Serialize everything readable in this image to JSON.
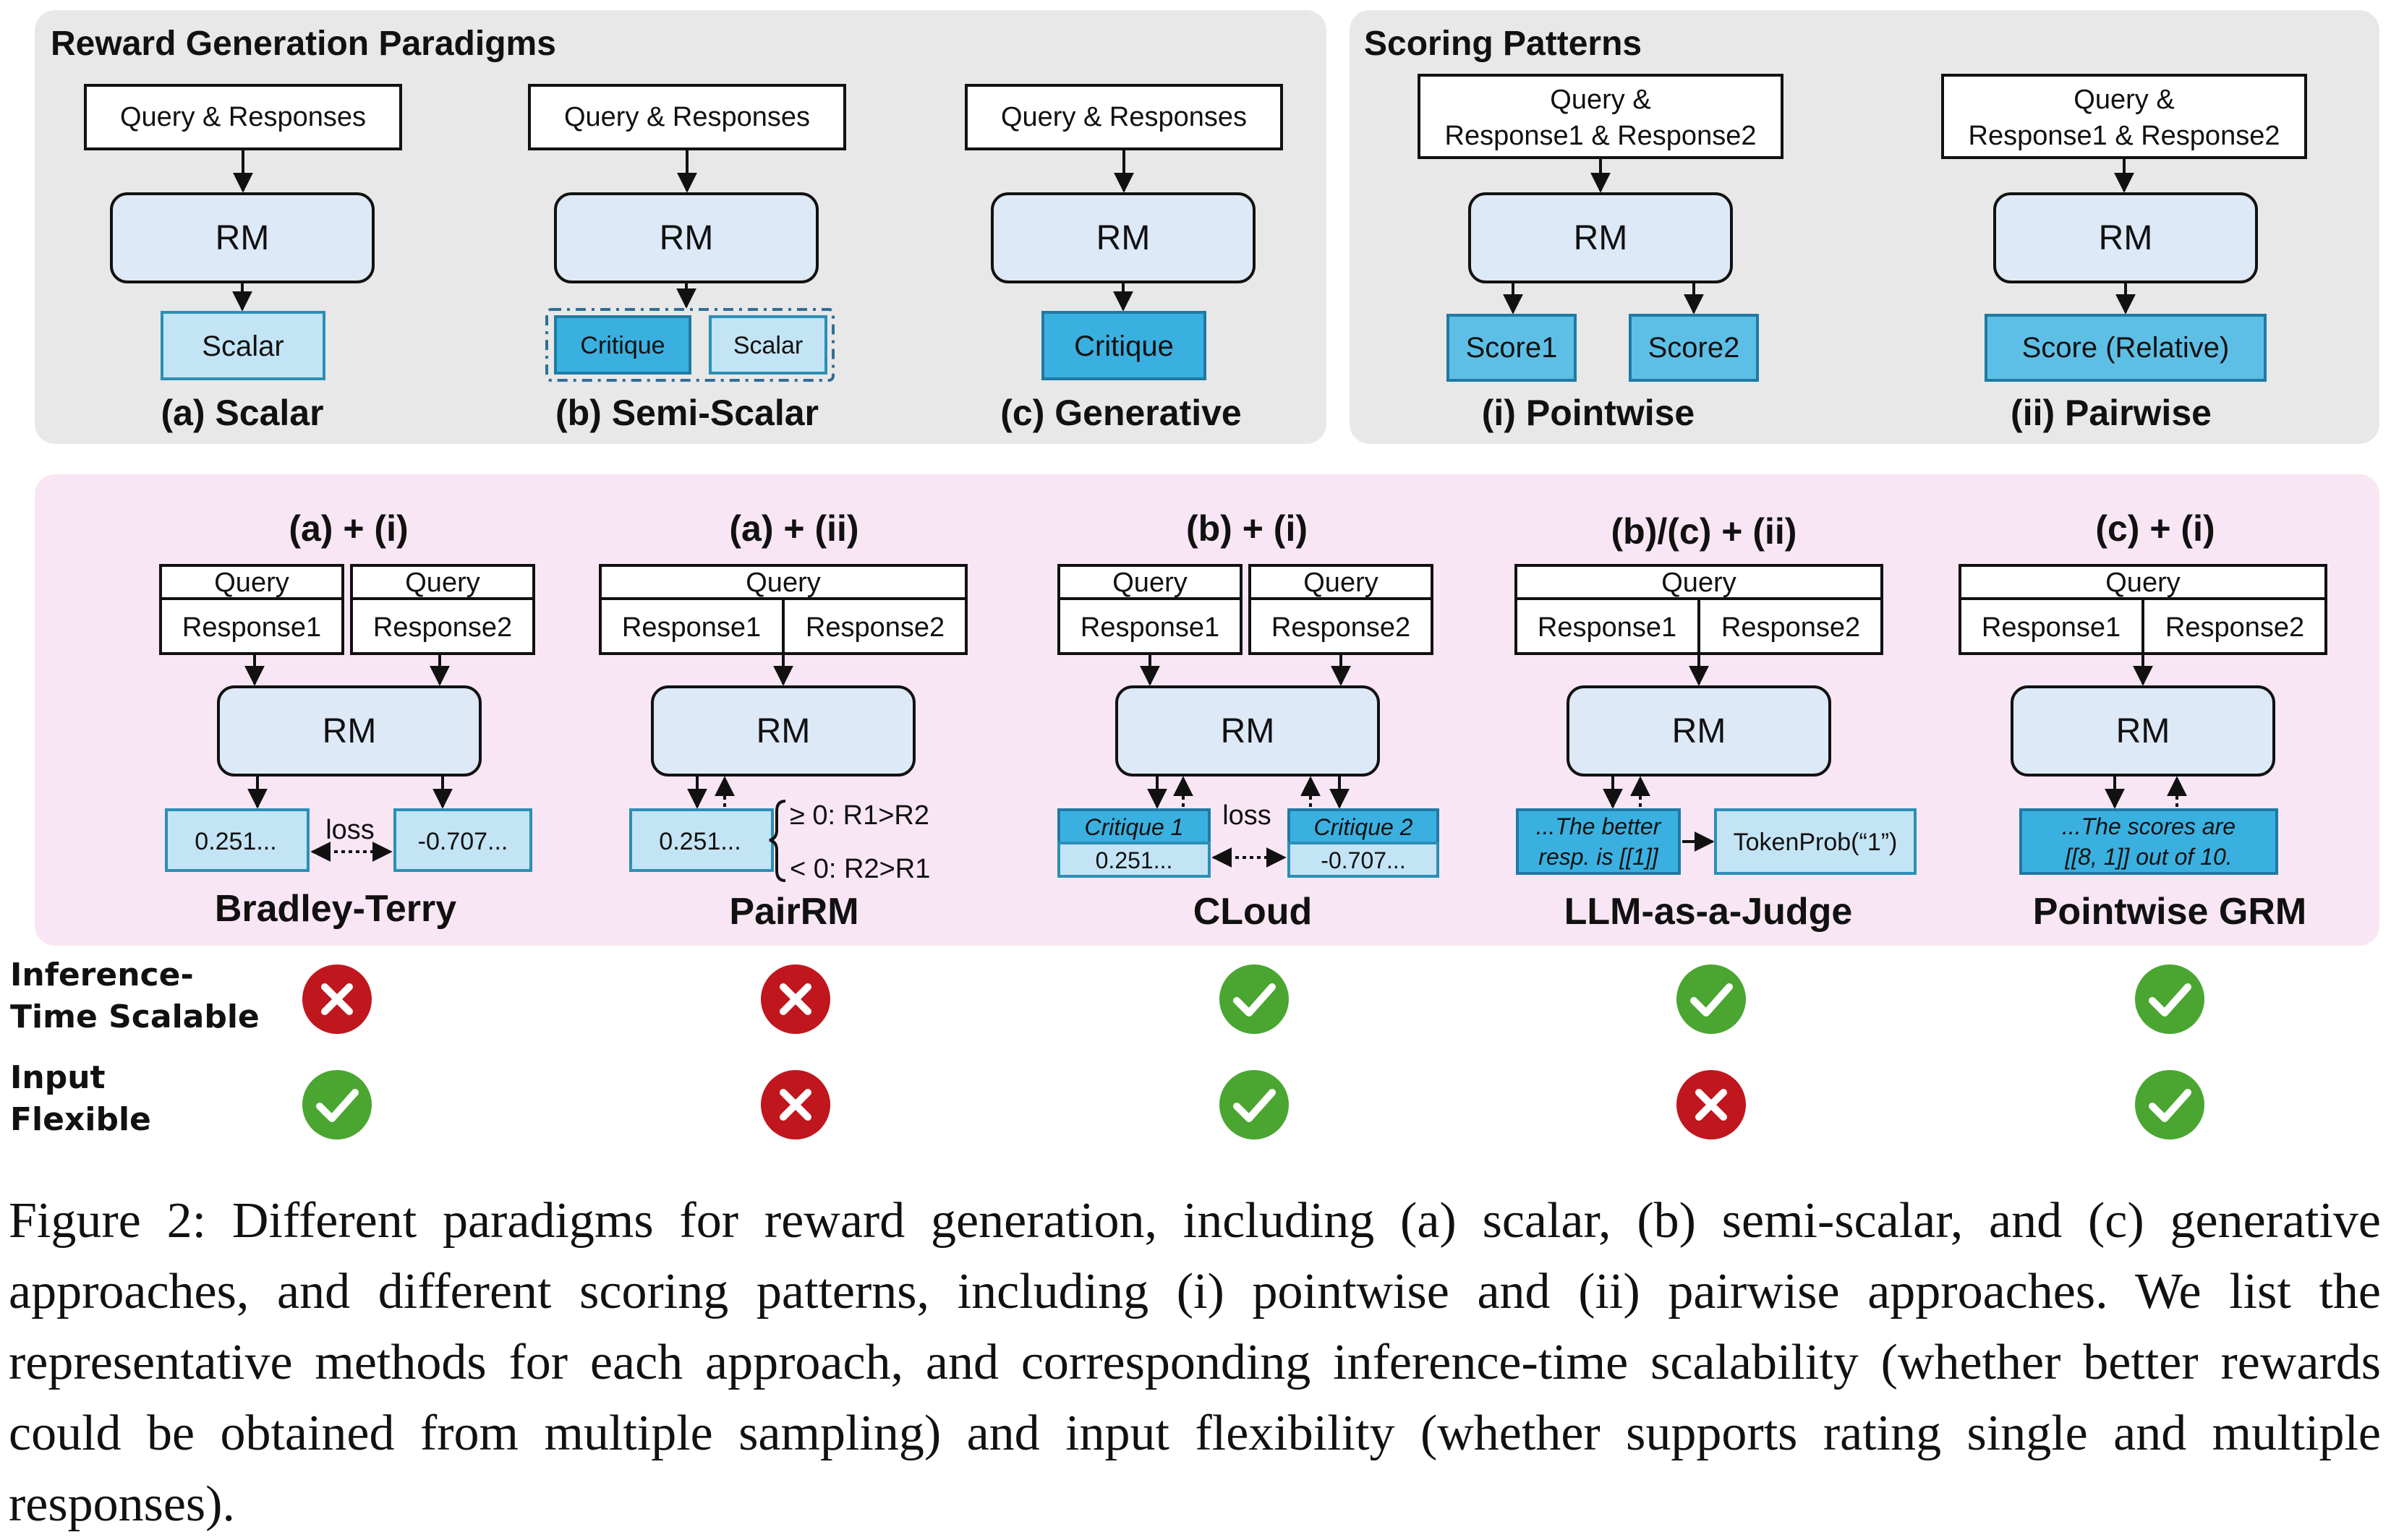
{
  "paradigms": {
    "title": "Reward Generation Paradigms",
    "input_label": "Query & Responses",
    "rm_label": "RM",
    "scalar_output": "Scalar",
    "critique_output": "Critique",
    "labels": {
      "a": "(a) Scalar",
      "b": "(b) Semi-Scalar",
      "c": "(c) Generative"
    }
  },
  "scoring": {
    "title": "Scoring Patterns",
    "input_line1": "Query &",
    "input_line2": "Response1 & Response2",
    "rm_label": "RM",
    "score1": "Score1",
    "score2": "Score2",
    "score_relative": "Score (Relative)",
    "labels": {
      "i": "(i) Pointwise",
      "ii": "(ii) Pairwise"
    }
  },
  "methods": [
    {
      "header": "(a) + (i)",
      "name": "Bradley-Terry",
      "query": "Query",
      "response1": "Response1",
      "response2": "Response2",
      "rm": "RM",
      "value1": "0.251...",
      "value2": "-0.707...",
      "loss": "loss"
    },
    {
      "header": "(a) + (ii)",
      "name": "PairRM",
      "query": "Query",
      "response1": "Response1",
      "response2": "Response2",
      "rm": "RM",
      "value1": "0.251...",
      "rule1": "≥ 0: R1>R2",
      "rule2": "< 0: R2>R1"
    },
    {
      "header": "(b) + (i)",
      "name": "CLoud",
      "query": "Query",
      "response1": "Response1",
      "response2": "Response2",
      "rm": "RM",
      "critique1": "Critique 1",
      "critique2": "Critique 2",
      "value1": "0.251...",
      "value2": "-0.707...",
      "loss": "loss"
    },
    {
      "header": "(b)/(c) + (ii)",
      "name": "LLM-as-a-Judge",
      "query": "Query",
      "response1": "Response1",
      "response2": "Response2",
      "rm": "RM",
      "critique_line1": "...The better",
      "critique_line2": "resp. is [[1]]",
      "token_prob": "TokenProb(“1”)"
    },
    {
      "header": "(c) + (i)",
      "name": "Pointwise GRM",
      "query": "Query",
      "response1": "Response1",
      "response2": "Response2",
      "rm": "RM",
      "critique_line1": "...The scores are",
      "critique_line2": "[[8, 1]] out of 10."
    }
  ],
  "properties": {
    "inference_label_line1": "Inference-",
    "inference_label_line2": "Time Scalable",
    "input_label_line1": "Input",
    "input_label_line2": "Flexible",
    "inference_time_scalable": [
      false,
      false,
      true,
      true,
      true
    ],
    "input_flexible": [
      true,
      false,
      true,
      false,
      true
    ]
  },
  "colors": {
    "top_panel_bg": "#e8e8e8",
    "bottom_panel_bg": "#f9e6f4",
    "rm_box": "#dde9f7",
    "light_output": "#c3e4f5",
    "dark_output": "#3ab0e0",
    "check_green": "#4aa531",
    "cross_red": "#c0161d"
  },
  "caption": "Figure 2: Different paradigms for reward generation, including (a) scalar, (b) semi-scalar, and (c) generative approaches, and different scoring patterns, including (i) pointwise and (ii) pairwise approaches. We list the representative methods for each approach, and corresponding inference-time scalability (whether better rewards could be obtained from multiple sampling) and input flexibility (whether supports rating single and multiple responses)."
}
